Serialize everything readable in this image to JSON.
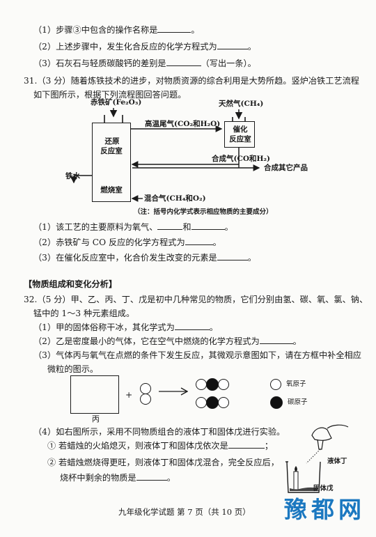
{
  "q30": {
    "sub1": "（1）步骤③中包含的操作名称是",
    "sub2": "（2）上述步骤中，发生化合反应的化学方程式为",
    "sub3a": "（3）石灰石与轻质碳酸钙的差别是",
    "sub3b": "（写出一条）。"
  },
  "q31": {
    "line1": "31.（3 分）随着炼铁技术的进步，对物质资源的综合利用是大势所趋。竖炉冶铁工艺流程",
    "line2": "如下图所示，根据下列流程图回答问题。",
    "diagram": {
      "ore": "赤铁矿(Fe₂O₃)",
      "gas": "天然气(CH₄)",
      "exhaust": "高温尾气(CO₂和H₂O)",
      "reduction_1": "还原",
      "reduction_2": "反应室",
      "catalytic_1": "催化",
      "catalytic_2": "反应室",
      "syngas": "合成气(CO和H₂)",
      "other": "合成其它产品",
      "iron": "铁水",
      "combustion": "燃烧室",
      "mixed": "混合气(CH₄和O₂)",
      "note": "（注：括号内化学式表示相应物质的主要成分）"
    },
    "sub1a": "（1）该工艺的主要原料为氧气、",
    "sub1b": "和",
    "sub1c": "。",
    "sub2": "（2）赤铁矿与 CO 反应的化学方程式为",
    "sub3": "（3）在催化反应室中，化合价发生改变的元素是"
  },
  "section": "【物质组成和变化分析】",
  "q32": {
    "line1": "32.（5 分）甲、乙、丙、丁、戊是初中几种常见的物质，它们分别由氢、碳、氧、氯、钠、",
    "line2": "锰中的 1～3 种元素组成。",
    "sub1": "（1）甲的固体俗称干冰，其化学式为",
    "sub2": "（2）乙是密度最小的气体，它在空气中燃烧的化学方程式为",
    "sub3a": "（3）气体丙与氧气在点燃的条件下发生反应，其微观示意图如下，请在方框中补全相应",
    "sub3b": "微粒的图示。",
    "box_label": "丙",
    "plus": "+",
    "legend_o": "氧原子",
    "legend_c": "碳原子",
    "sub4": "（4）如右图所示，采用不同物质组合的液体丁和固体戊进行实验。",
    "sub4_1": "① 若蜡烛的火焰熄灭，则液体丁和固体戊依次是",
    "sub4_1_end": "；",
    "sub4_2a": "② 若蜡烛燃烧得更旺，则液体丁和固体戊混合，完全反应后，",
    "sub4_2b": "烧杯中剩余的物质是",
    "liquid": "液体丁",
    "solid": "固体戊"
  },
  "footer": "九年级化学试题  第 7 页（共 10 页）",
  "watermark": "豫都网"
}
